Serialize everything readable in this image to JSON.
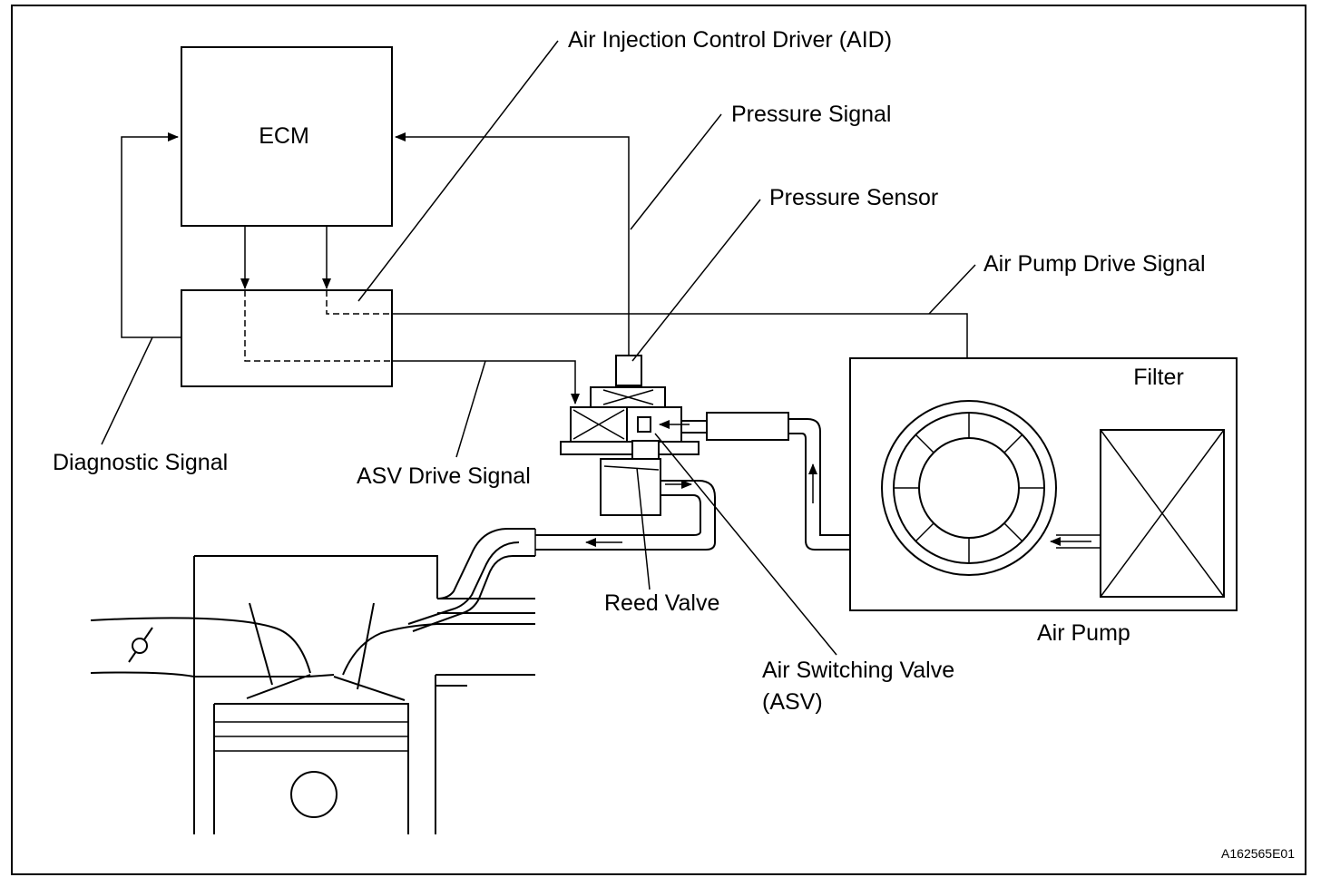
{
  "labels": {
    "ecm": "ECM",
    "aid": "Air Injection Control Driver (AID)",
    "pressure_signal": "Pressure Signal",
    "pressure_sensor": "Pressure Sensor",
    "air_pump_drive_signal": "Air Pump Drive Signal",
    "filter": "Filter",
    "diagnostic_signal": "Diagnostic Signal",
    "asv_drive_signal": "ASV Drive Signal",
    "reed_valve": "Reed Valve",
    "air_pump": "Air Pump",
    "asv_line1": "Air Switching Valve",
    "asv_line2": "(ASV)",
    "figure_id": "A162565E01"
  }
}
